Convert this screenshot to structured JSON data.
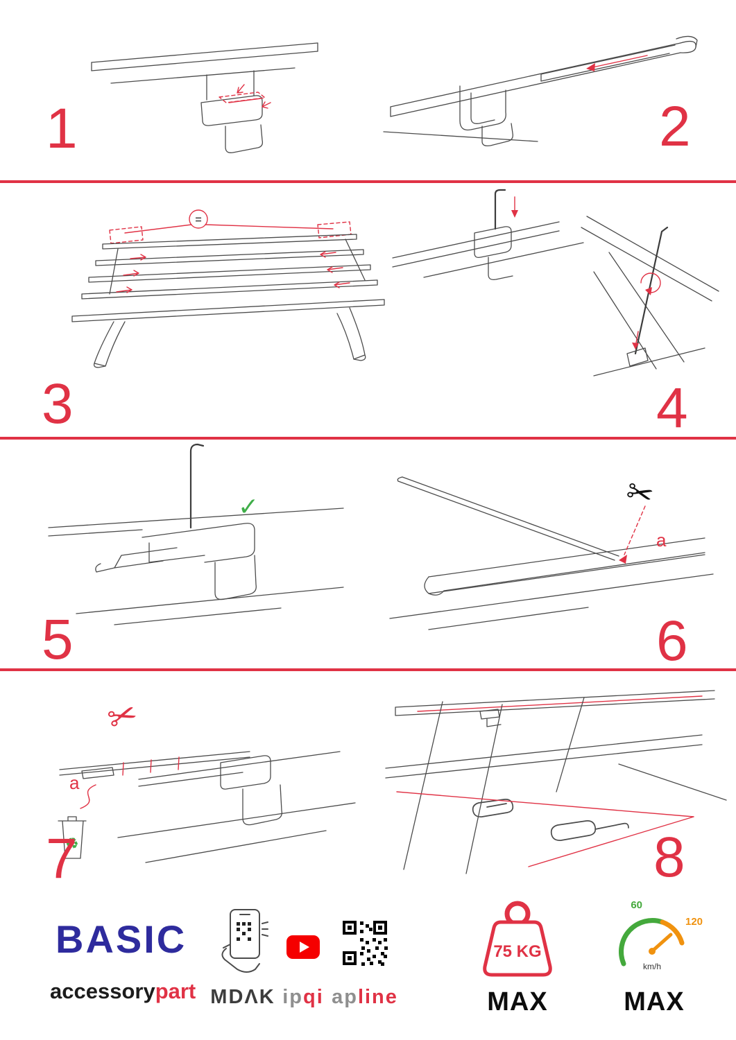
{
  "colors": {
    "accent_red": "#e03245",
    "brand_navy": "#2e2b9d",
    "check_green": "#3fae49",
    "gauge_green": "#44a93c",
    "gauge_orange": "#f0920f",
    "youtube_red": "#f50000"
  },
  "steps": {
    "s1": "1",
    "s2": "2",
    "s3": "3",
    "s4": "4",
    "s5": "5",
    "s6": "6",
    "s7": "7",
    "s8": "8"
  },
  "labels": {
    "equals": "=",
    "part_a_step6": "a",
    "part_a_step7": "a"
  },
  "icons": {
    "scissors": "✂",
    "check": "✓",
    "recycle": "♻"
  },
  "footer": {
    "brand_title": "BASIC",
    "brand_sub_dark": "accessory",
    "brand_sub_red": "part",
    "logo_mdak": "MDΛK",
    "logo_ipqi_gray": "ip",
    "logo_ipqi_red": "qi",
    "logo_apline_gray": "ap",
    "logo_apline_red": "line",
    "weight_value": "75 KG",
    "weight_max": "MAX",
    "speed_60": "60",
    "speed_120": "120",
    "speed_unit": "km/h",
    "speed_max": "MAX"
  }
}
